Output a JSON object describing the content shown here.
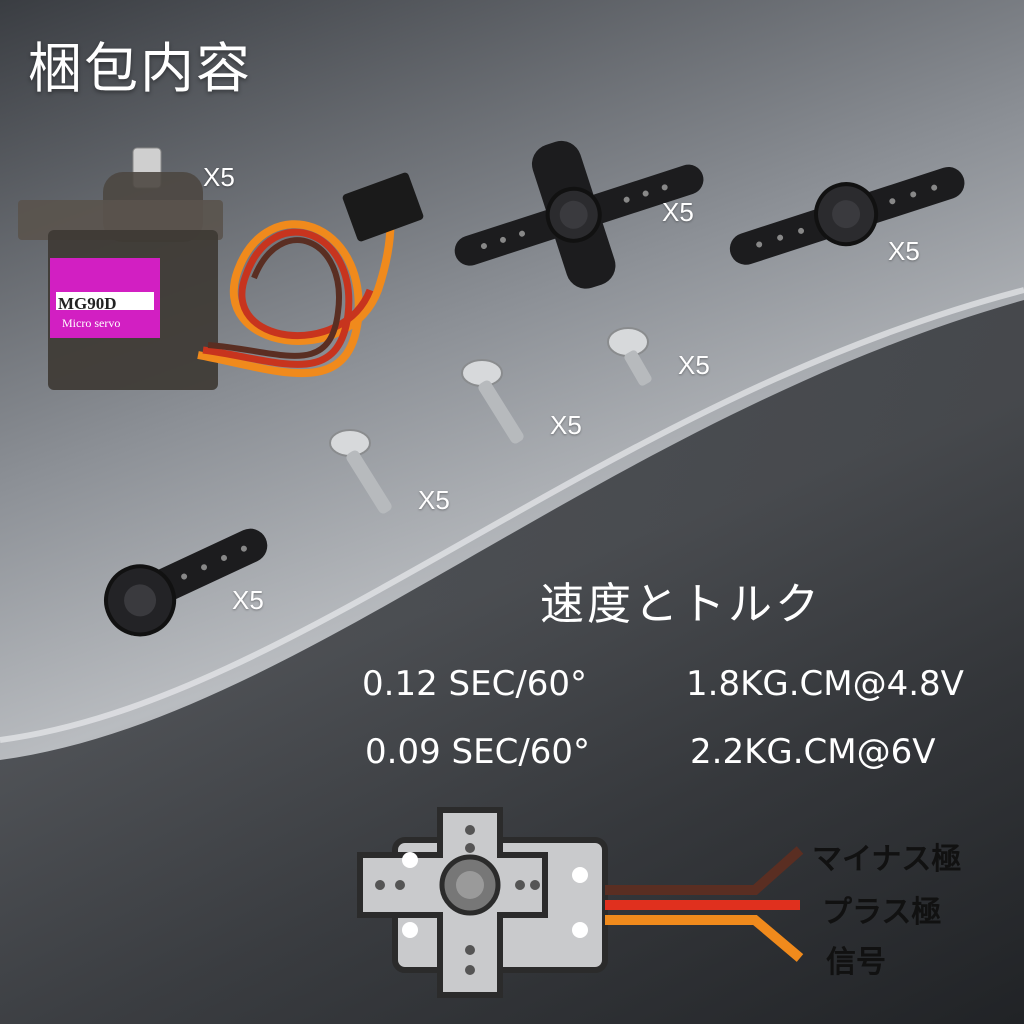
{
  "title": "梱包内容",
  "quantity_label": "X5",
  "servo": {
    "model": "MG90D",
    "subtitle": "Micro servo"
  },
  "specs": {
    "title": "速度とトルク",
    "rows": [
      {
        "speed": "0.12 SEC/60°",
        "torque": "1.8KG.CM@4.8V"
      },
      {
        "speed": "0.09 SEC/60°",
        "torque": "2.2KG.CM@6V"
      }
    ]
  },
  "wires": [
    {
      "label": "マイナス極",
      "color": "#5a2e22"
    },
    {
      "label": "プラス極",
      "color": "#e0301e"
    },
    {
      "label": "信号",
      "color": "#f08a1c"
    }
  ],
  "colors": {
    "text": "#ffffff",
    "horn": "#1c1c1e",
    "servo_label": "#d21fc2",
    "diagram_fill": "#c9cacc"
  }
}
